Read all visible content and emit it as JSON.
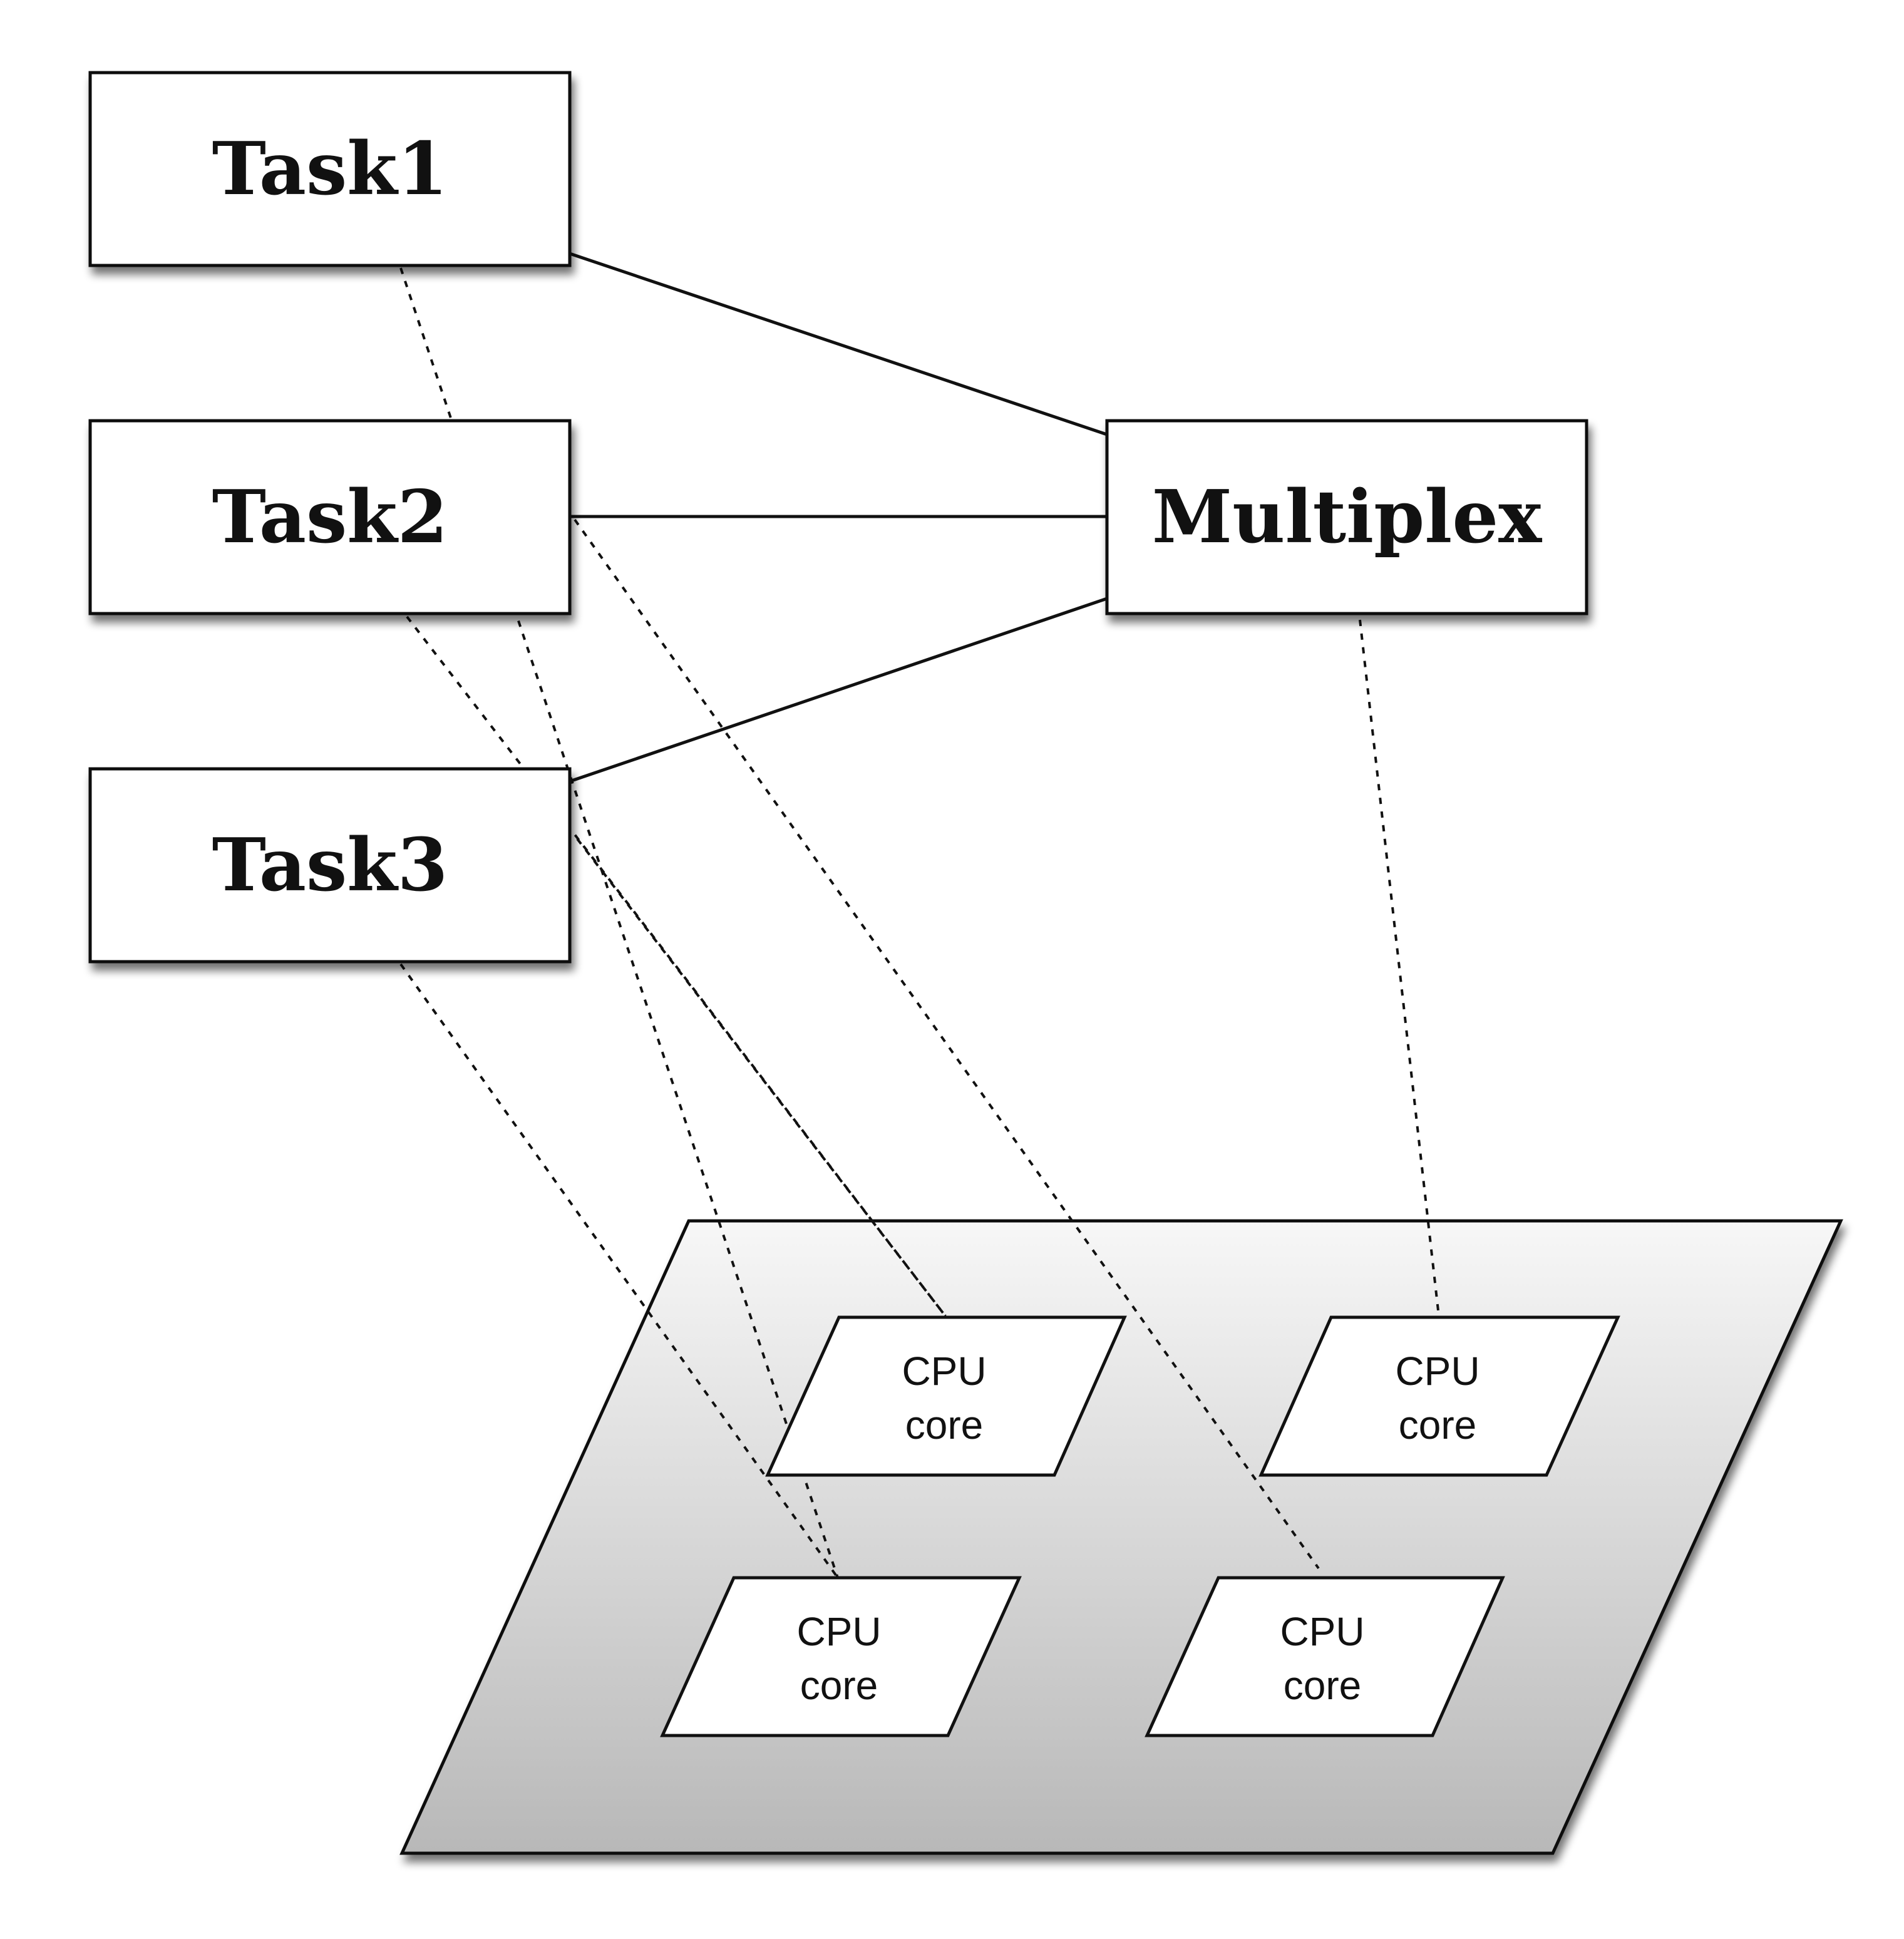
{
  "diagram": {
    "tasks": [
      {
        "id": "task1",
        "label": "Task1"
      },
      {
        "id": "task2",
        "label": "Task2"
      },
      {
        "id": "task3",
        "label": "Task3"
      }
    ],
    "multiplexer": {
      "label": "Multiplex"
    },
    "cpu_cores": [
      {
        "id": "core-top-left",
        "line1": "CPU",
        "line2": "core"
      },
      {
        "id": "core-top-right",
        "line1": "CPU",
        "line2": "core"
      },
      {
        "id": "core-bottom-left",
        "line1": "CPU",
        "line2": "core"
      },
      {
        "id": "core-bottom-right",
        "line1": "CPU",
        "line2": "core"
      }
    ],
    "connections": {
      "solid": [
        {
          "from": "task1",
          "to": "multiplexer"
        },
        {
          "from": "task2",
          "to": "multiplexer"
        },
        {
          "from": "task3",
          "to": "multiplexer"
        }
      ],
      "dotted": [
        {
          "from": "task1",
          "to": "core-bottom-left"
        },
        {
          "from": "task2",
          "to": "core-bottom-right"
        },
        {
          "from": "task2",
          "to": "core-top-left"
        },
        {
          "from": "task3",
          "to": "core-top-left"
        },
        {
          "from": "task3",
          "to": "core-bottom-left"
        },
        {
          "from": "multiplexer",
          "to": "core-top-right"
        }
      ]
    },
    "colors": {
      "stroke": "#111111",
      "box_fill": "#ffffff",
      "chip_gradient_top": "#f7f7f7",
      "chip_gradient_bottom": "#b8b8b8"
    }
  }
}
